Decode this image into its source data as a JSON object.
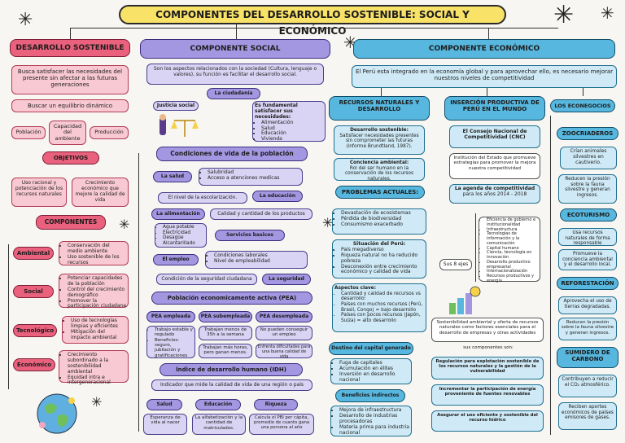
{
  "title": "COMPONENTES DEL DESARROLLO SOSTENIBLE: SOCIAL Y ECONÓMICO",
  "left": {
    "header": "DESARROLLO SOSTENIBLE",
    "definition": "Busca satisfacer las necesidades del presente sin afectar a las futuras generaciones",
    "balance": "Buscar un equilibrio dinámico",
    "poblacion": "Población",
    "capacidad": "Capacidad del ambiente",
    "produccion": "Producción",
    "objetivos": "OBJETIVOS",
    "obj1": "Uso racional y potenciación de los recursos naturales",
    "obj2": "Crecimiento económico que mejore la calidad de vida",
    "componentes": "COMPONENTES",
    "ambiental": "Ambiental",
    "ambiental_items": [
      "Conservación del medio ambiente",
      "Uso sostenible de los recursos"
    ],
    "social": "Social",
    "social_items": [
      "Potenciar capacidades de la población",
      "Control del crecimiento demográfico",
      "Promover la participación ciudadana"
    ],
    "tecnologico": "Tecnológico",
    "tecnologico_items": [
      "Uso de tecnologías limpias y eficientes",
      "Mitigación del impacto ambiental"
    ],
    "economico": "Económico",
    "economico_items": [
      "Crecimiento subordinado a la sostenibilidad ambiental",
      "Equidad intra e intergeneracional"
    ]
  },
  "social": {
    "header": "COMPONENTE SOCIAL",
    "intro": "Son los aspectos relacionados con la sociedad (Cultura, lenguaje o valores), su función es facilitar el desarrollo social.",
    "ciudadania": "La ciudadanía",
    "justicia": "Justicia social",
    "necesidades_title": "Es fundamental satisfacer sus necesidades:",
    "necesidades": [
      "Alimentación",
      "Salud",
      "Educación",
      "Vivienda"
    ],
    "condiciones": "Condiciones de vida de la población",
    "salud": "La salud",
    "salud_items": [
      "Salubridad",
      "Acceso a atenciones medicas"
    ],
    "escolarizacion": "El nivel de la escolarización.",
    "educacion": "La educación",
    "alimentacion": "La alimentación",
    "alimentacion_text": "Calidad y cantidad de los productos",
    "servicios_items": [
      "Agua potable",
      "Electricidad",
      "Desagüe",
      "Alcantarillado"
    ],
    "servicios": "Servicios basicos",
    "empleo": "El empleo",
    "empleo_items": [
      "Condiciones laborales",
      "Nivel de empleabilidad"
    ],
    "seguridad_text": "Condición de la seguridad ciudadana",
    "seguridad": "La seguridad",
    "pea": "Población economicamente activa (PEA)",
    "pea_empleada": "PEA empleada",
    "pea_subempleada": "PEA subempleada",
    "pea_desempleada": "PEA desempleada",
    "emp_items": [
      "Trabajo estable y regulado",
      "Beneficios: seguro, jubilación y gratificaciones"
    ],
    "sub1": "Trabajan menos de 35h a la semana",
    "sub2": "Trabajan más horas, pero ganan menos.",
    "des1": "No pueden conseguir un empleo",
    "des2": "Enfrenta dificultades para una buena calidad de vida",
    "idh": "Índice de desarrollo humano (IDH)",
    "idh_text": "Indicador que mide la calidad de vida de una región o país",
    "idh_salud": "Salud",
    "idh_educacion": "Educación",
    "idh_riqueza": "Riqueza",
    "idh_salud_text": "Esperanza de vida al nacer",
    "idh_educacion_text": "La alfabetización y la cantidad de matriculados.",
    "idh_riqueza_text": "Calcula el PBI per cápita, promedio de cuanto gana una persona al año"
  },
  "economico": {
    "header": "COMPONENTE ECONÓMICO",
    "intro": "El Perú esta integrado en la economía global y para aprovechar ello, es necesario mejorar nuestros niveles de competitividad",
    "recursos": "RECURSOS NATURALES Y DESARROLLO",
    "insercion": "INSERCIÓN PRODUCTIVA DE PERÚ EN EL MUNDO",
    "econegocios": "LOS ECONEGOCIOS",
    "des_sostenible": "Desarrollo sostenible:",
    "des_sostenible_text": "Satisfacer necesidades presentes sin comprometer las futuras (informe Brundtland, 1987).",
    "conciencia": "Conciencia ambiental:",
    "conciencia_text": "Rol del ser humano en la conservación de los recursos naturales.",
    "problemas": "PROBLEMAS ACTUALES:",
    "problemas_items": [
      "Devastación de ecosistemas",
      "Pérdida de biodiversidad",
      "Consumismo exacerbado"
    ],
    "situacion": "Situación del Perú:",
    "situacion_items": [
      "País megadiverso",
      "Riqueza natural no ha reducido pobreza",
      "Desconexión entre crecimiento económico y calidad de vida"
    ],
    "aspectos": "Aspectos clave:",
    "aspectos_items": [
      "Cantidad y calidad de recursos vs desarrollo:",
      "Países con muchos recursos (Perú, Brasil, Congo) = bajo desarrollo",
      "Países con pocos recursos (Japón, Suiza) = alto desarrollo"
    ],
    "destino": "Destino del capital generado",
    "destino_items": [
      "Fuga de capitales",
      "Acumulación en élites",
      "Inversión en desarrollo nacional"
    ],
    "beneficios": "Beneficios indirectos",
    "beneficios_items": [
      "Mejora de infraestructura",
      "Desarrollo de industrias procesadoras",
      "Materia prima para industria nacional"
    ],
    "cnc": "El Consejo Nacional de Competitividad (CNC)",
    "cnc_text": "Institución del Estado que promueve estrategias para promover la mejora nuestra competitividad",
    "agenda": "La agenda de competitividad",
    "agenda_text": "para los años 2014 - 2018",
    "ejes": "Sus 8 ejes",
    "ejes_items": [
      "Eficiencia de gobierno e institucionalidad",
      "Infraestructura",
      "Tecnologías de información y la comunicación",
      "Capital humano",
      "Ciencia, tecnología en innovación",
      "Desarrollo productivo empresarial",
      "Internacionalización",
      "Recursos productivos y energía"
    ],
    "sostenibilidad": "Sostenibilidad ambiental y oferta de recursos naturales como factores esenciales para el desarrollo de empresas y otras actividades",
    "sus_componentes": "sus componentes son:",
    "comp1": "Regulación para explotación sostenible de los recursos naturales y la gestión de la vulnerabilidad",
    "comp2": "Incrementar la participación de energía proveniente de fuentes renovables",
    "comp3": "Asegurar el uso eficiente y sostenible del recurso hídrico",
    "zoocriaderos": "ZOOCRIADEROS",
    "zoo1": "Crían animales silvestres en cautiverio.",
    "zoo2": "Reducen la presión sobre la fauna silvestre y generan ingresos.",
    "ecoturismo": "ECOTURISMO",
    "eco1": "Usa recursos naturales de forma responsable",
    "eco2": "Promueve la conciencia ambiental y el desarrollo local.",
    "reforestacion": "REFORESTACIÓN",
    "ref1": "Aprovecha el uso de tierras degradadas.",
    "ref2": "Reducen la presión sobre la fauna silvestre y generan ingresos.",
    "sumideros": "SUMIDERO DE CARBONO",
    "sum1": "Contribuyen a reducir el CO₂ atmosférico.",
    "sum2": "Reciben aportes económicos de países emisores de gases."
  }
}
